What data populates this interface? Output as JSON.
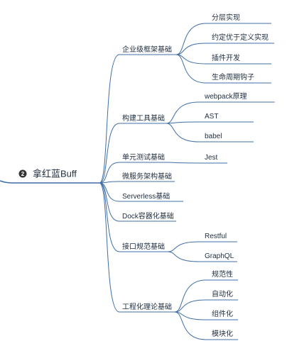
{
  "root": {
    "badge": "2",
    "label": "拿红蓝Buff"
  },
  "branches": [
    {
      "label": "企业级框架基础",
      "children": [
        "分层实现",
        "约定优于定义实现",
        "插件开发",
        "生命周期钩子"
      ]
    },
    {
      "label": "构建工具基础",
      "children": [
        "webpack原理",
        "AST",
        "babel"
      ]
    },
    {
      "label": "单元测试基础",
      "children": [
        "Jest"
      ]
    },
    {
      "label": "微服务架构基础",
      "children": []
    },
    {
      "label": "Serverless基础",
      "children": []
    },
    {
      "label": "Dock容器化基础",
      "children": []
    },
    {
      "label": "接口规范基础",
      "children": [
        "Restful",
        "GraphQL"
      ]
    },
    {
      "label": "工程化理论基础",
      "children": [
        "规范性",
        "自动化",
        "组件化",
        "模块化"
      ]
    }
  ],
  "colors": {
    "edge": "#3f6fa6",
    "badge": "#333333",
    "text": "#1f2d3d"
  }
}
